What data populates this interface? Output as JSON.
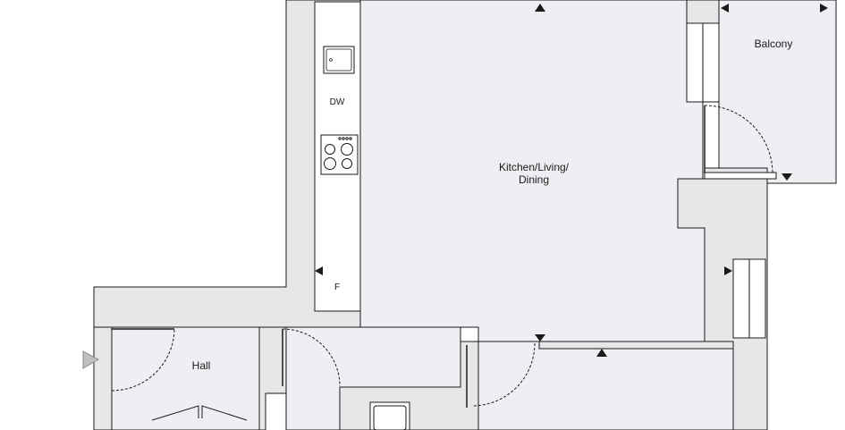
{
  "rooms": {
    "kitchen_line1": "Kitchen/Living/",
    "kitchen_line2": "Dining",
    "balcony": "Balcony",
    "hall": "Hall"
  },
  "appliances": {
    "dishwasher": "DW",
    "fridge": "F"
  },
  "colors": {
    "floor": "#eeeff2",
    "wall": "#e6e7e9",
    "line": "#1a1a1a",
    "entrance_marker": "#bfc0c2"
  },
  "icons": [
    "sink-icon",
    "hob-icon",
    "door-swing-icon",
    "window-marker-icon",
    "entrance-arrow-icon"
  ]
}
